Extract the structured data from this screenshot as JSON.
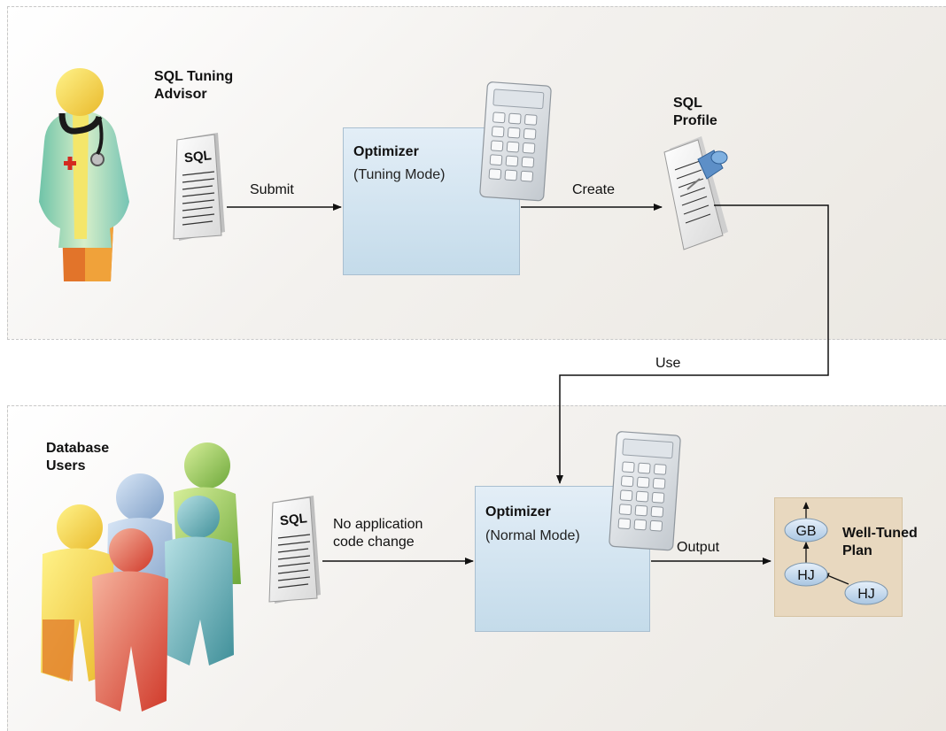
{
  "top": {
    "actor_title": "SQL Tuning\nAdvisor",
    "sql_doc_label": "SQL",
    "submit_label": "Submit",
    "optimizer_title": "Optimizer",
    "optimizer_mode": "(Tuning Mode)",
    "create_label": "Create",
    "profile_title": "SQL\nProfile"
  },
  "link": {
    "use_label": "Use"
  },
  "bottom": {
    "actor_title": "Database\nUsers",
    "sql_doc_label": "SQL",
    "change_label": "No application\ncode change",
    "optimizer_title": "Optimizer",
    "optimizer_mode": "(Normal Mode)",
    "output_label": "Output",
    "plan_title": "Well-Tuned\nPlan",
    "plan_nodes": [
      "GB",
      "HJ",
      "HJ"
    ]
  },
  "icons": {
    "advisor": "doctor-figure-icon",
    "document": "sql-document-icon",
    "calculator": "calculator-icon",
    "profile": "pinned-document-icon",
    "users": "user-group-icon"
  },
  "colors": {
    "optimizer_fill": "#c4dbea",
    "plan_fill": "#e8d8bf",
    "node_fill": "#c7dcef"
  }
}
